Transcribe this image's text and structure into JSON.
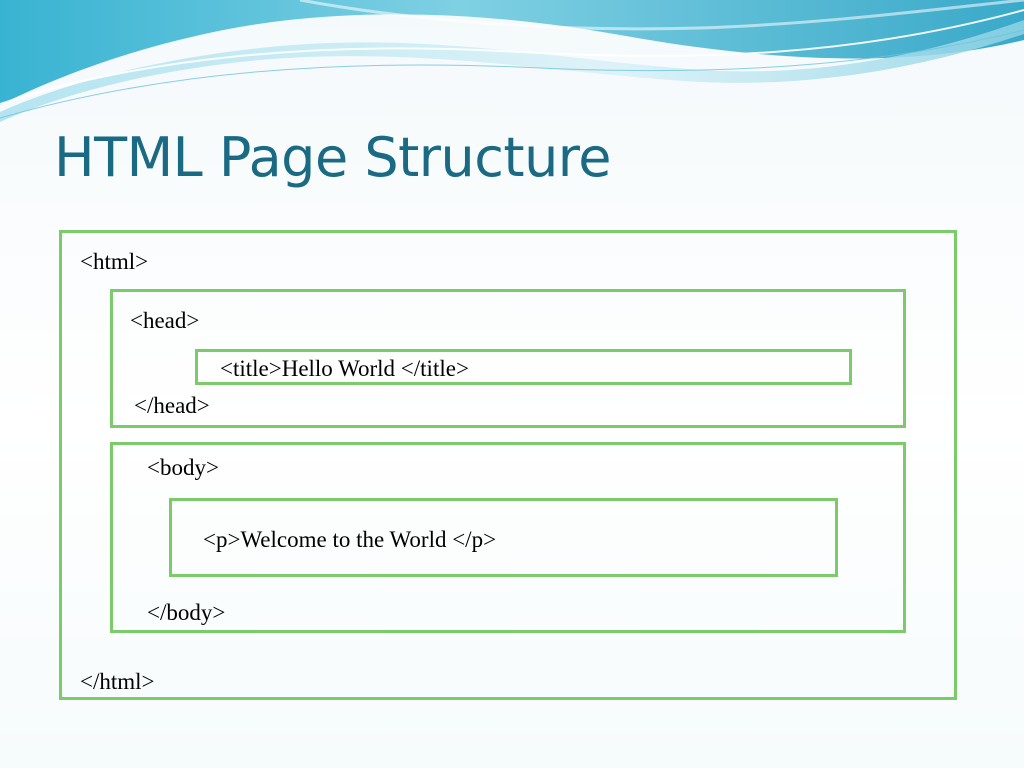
{
  "slide": {
    "title": "HTML Page Structure"
  },
  "diagram": {
    "html_open": "<html>",
    "head_open": "<head>",
    "title_element": "<title>Hello World </title>",
    "head_close": "</head>",
    "body_open": "<body>",
    "paragraph_element": "<p>Welcome to the World </p>",
    "body_close": "</body>",
    "html_close": "</html>"
  },
  "colors": {
    "title": "#1b6a84",
    "box_border": "#7ccb6a",
    "wave_primary": "#5cc0d8",
    "wave_light": "#bfe6f0"
  }
}
